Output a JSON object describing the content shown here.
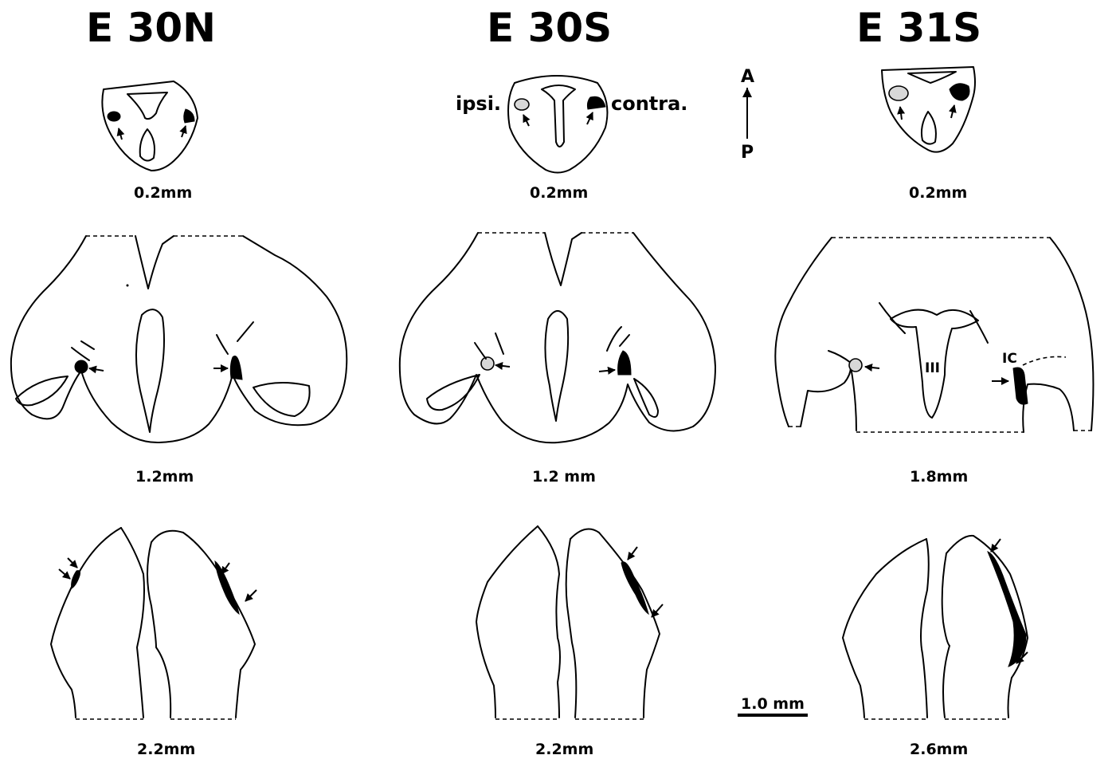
{
  "columns": [
    {
      "title": "E 30N",
      "levels": [
        "0.2mm",
        "1.2mm",
        "2.2mm"
      ]
    },
    {
      "title": "E 30S",
      "levels": [
        "0.2mm",
        "1.2 mm",
        "2.2mm"
      ]
    },
    {
      "title": "E 31S",
      "levels": [
        "0.2mm",
        "1.8mm",
        "2.6mm"
      ]
    }
  ],
  "labels": {
    "ipsi": "ipsi.",
    "contra": "contra.",
    "axis_anterior": "A",
    "axis_posterior": "P",
    "ventricle": "III",
    "ic": "IC",
    "scale_bar": "1.0 mm"
  },
  "icons": [
    "orientation-arrow-icon",
    "pointer-arrow-icon",
    "lesion-mark-icon"
  ],
  "colors": {
    "ink": "#000000",
    "paper": "#ffffff",
    "stipple": "#d8d8d8"
  }
}
